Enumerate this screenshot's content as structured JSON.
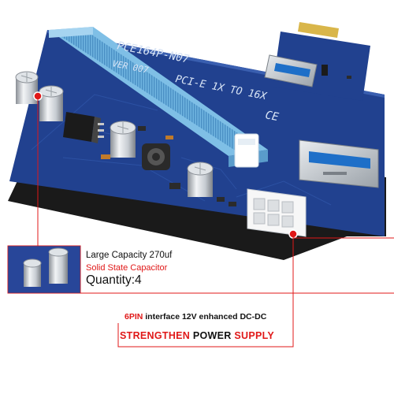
{
  "board": {
    "model_text": "PCE164P-N07",
    "pcie_text": "PCI-E 1X TO 16X",
    "ver_text": "VER 007",
    "ce_mark": "CE"
  },
  "callout_capacitor": {
    "line1": "Large Capacity 270uf",
    "line2": "Solid State Capacitor",
    "line3": "Quantity:4"
  },
  "callout_power": {
    "pin_red": "6PIN",
    "pin_rest": " interface 12V enhanced DC-DC",
    "power_red1": "STRENGTHEN ",
    "power_black": "POWER",
    "power_red2": " SUPPLY"
  },
  "colors": {
    "pcb_blue": "#1f3f8c",
    "slot_blue": "#7fbfe6",
    "accent_red": "#e01818"
  }
}
